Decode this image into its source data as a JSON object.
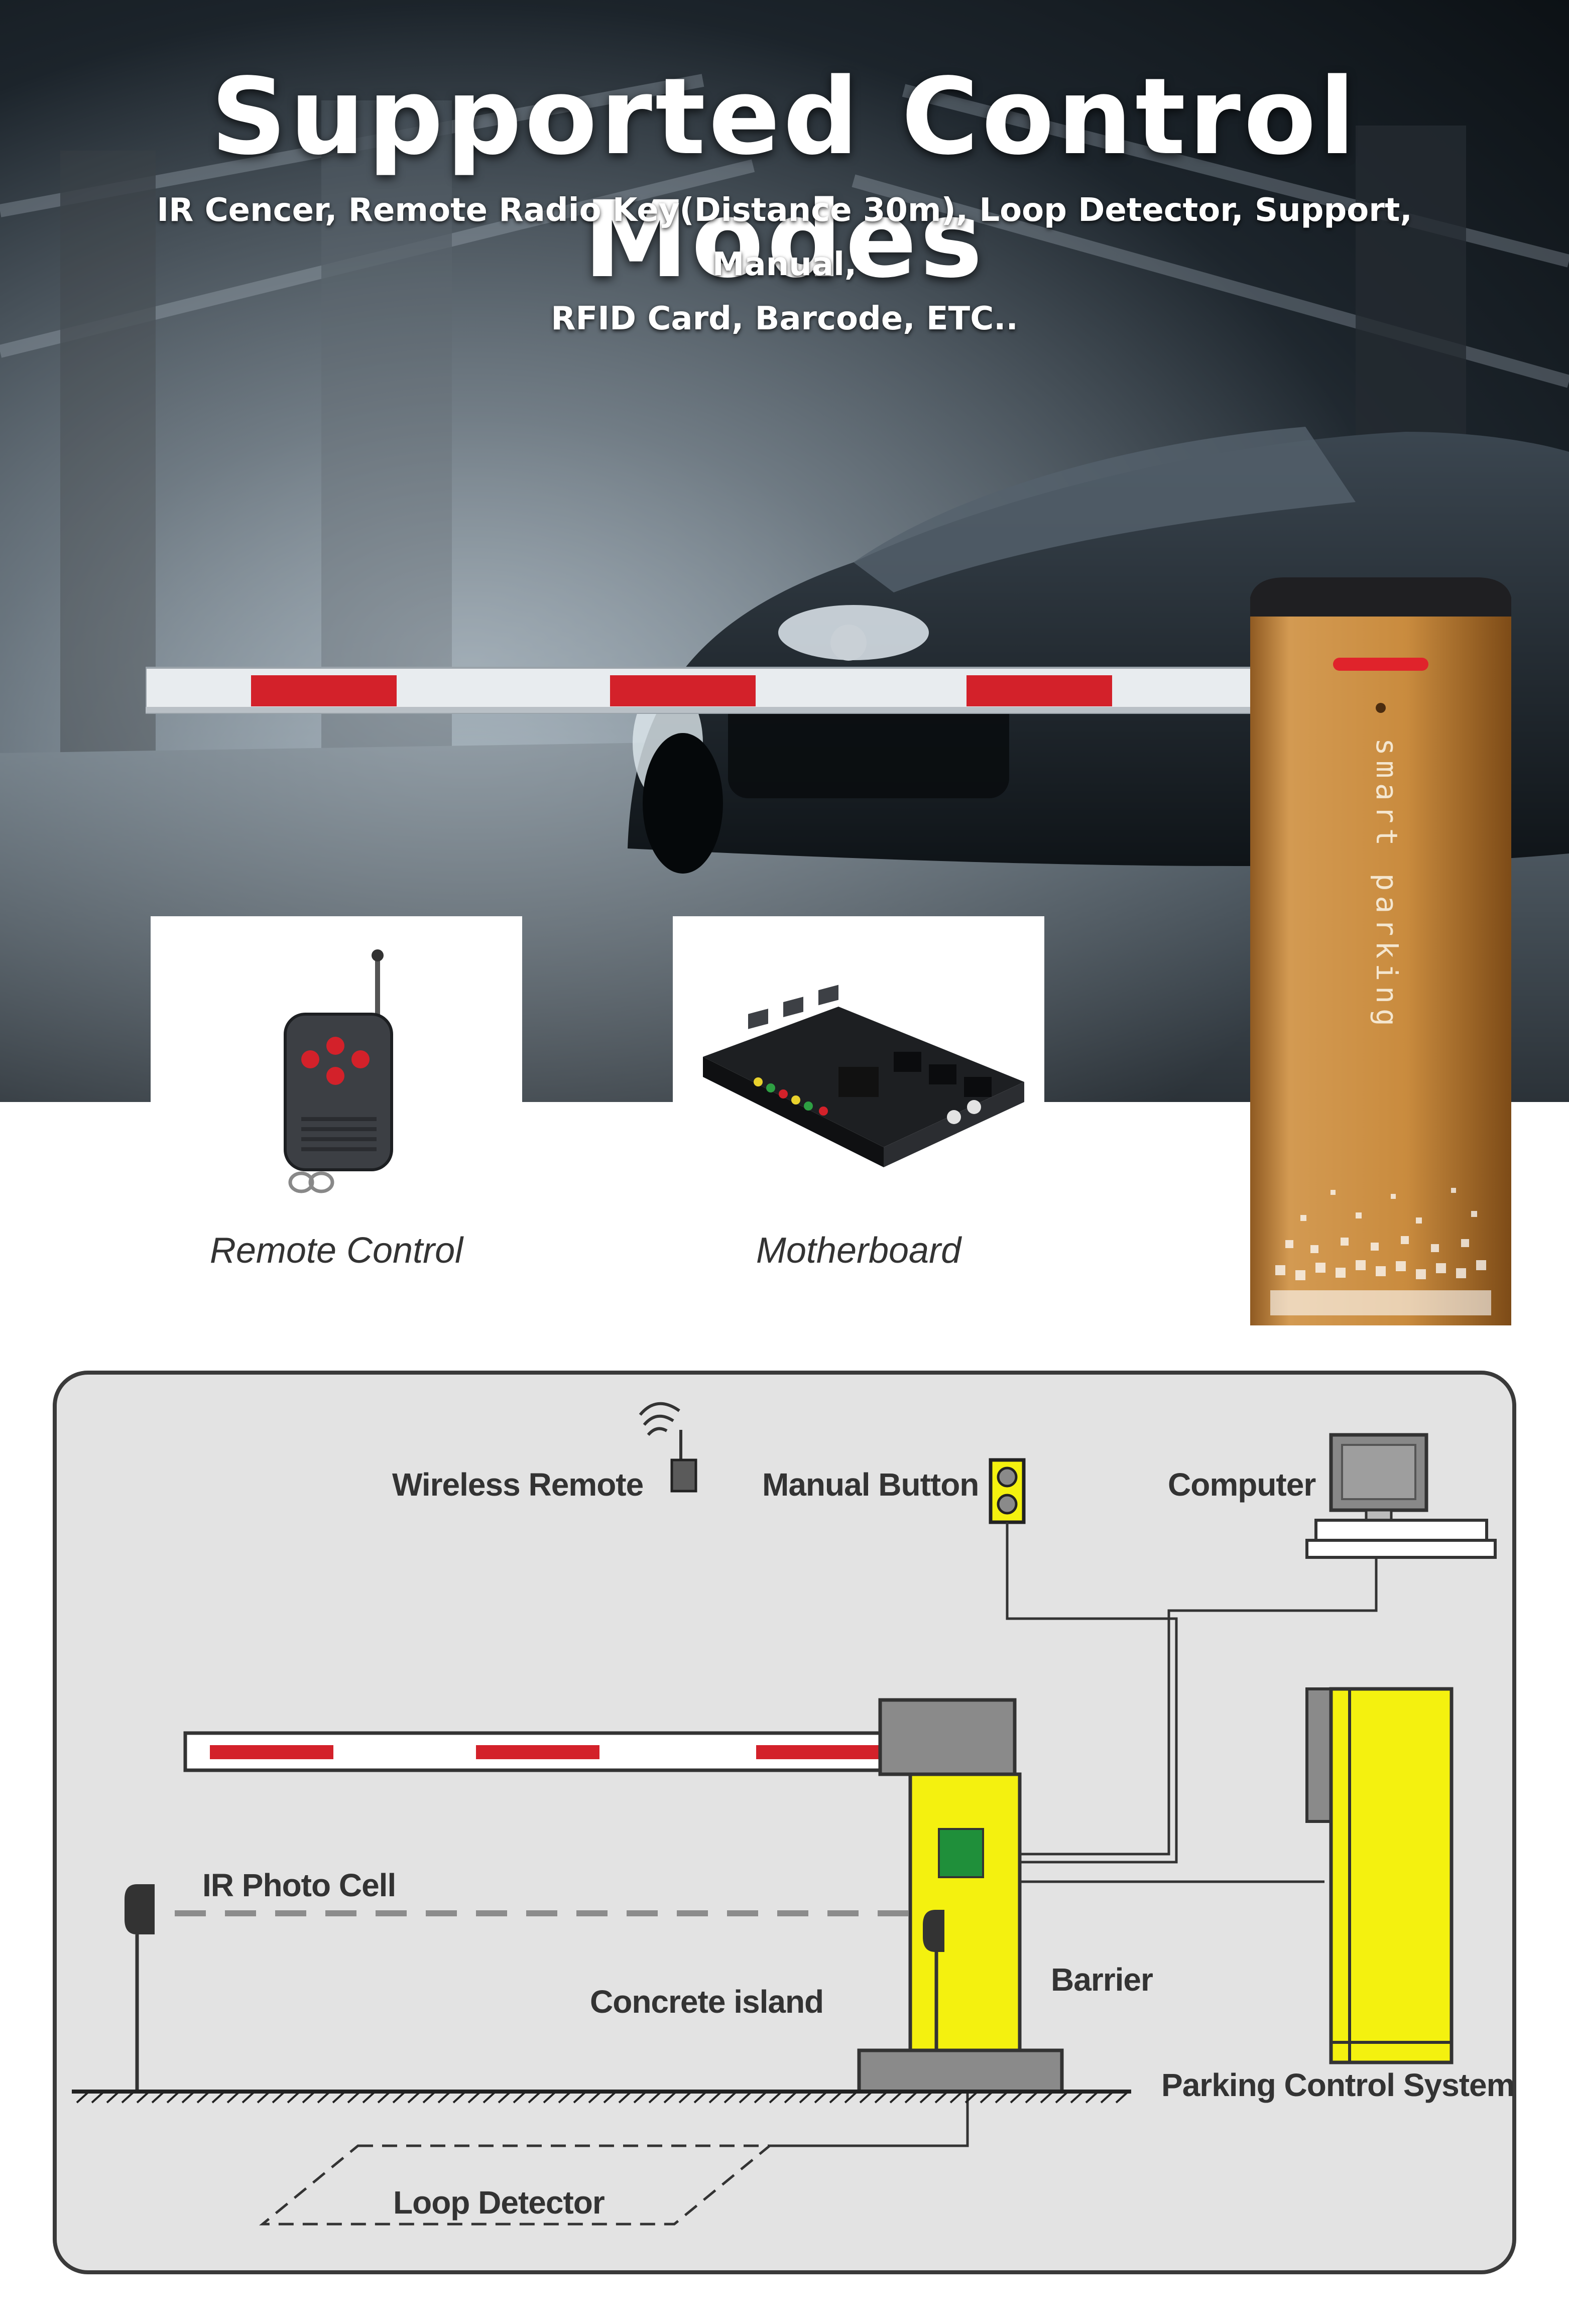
{
  "header": {
    "title": "Supported Control Modes",
    "subtitle_line1": "IR Cencer, Remote Radio Key(Distance 30m), Loop Detector, Support, Manual,",
    "subtitle_line2": "RFID Card, Barcode, ETC.."
  },
  "gate": {
    "brand_text": "smart parking"
  },
  "products": [
    {
      "caption": "Remote Control",
      "icon": "remote-control-icon"
    },
    {
      "caption": "Motherboard",
      "icon": "motherboard-icon"
    }
  ],
  "diagram": {
    "labels": {
      "wireless_remote": "Wireless Remote",
      "manual_button": "Manual Button",
      "computer": "Computer",
      "ir_photo_cell": "IR Photo Cell",
      "concrete_island": "Concrete island",
      "barrier": "Barrier",
      "parking_control_system": "Parking Control System",
      "loop_detector": "Loop Detector"
    }
  },
  "colors": {
    "barrier_red": "#d3212a",
    "cabinet_yellow": "#f4f10f",
    "gate_gold": "#c98b3e",
    "diagram_bg": "#e3e3e3"
  }
}
